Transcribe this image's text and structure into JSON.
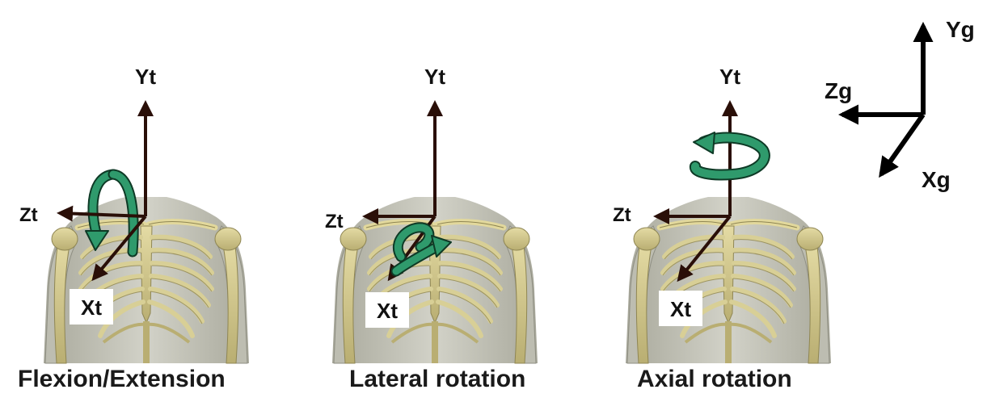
{
  "panels": [
    {
      "caption": "Flexion/Extension",
      "axes": {
        "y": "Yt",
        "z": "Zt",
        "x": "Xt"
      },
      "rotation_icon": "curved-rotation-arrow-icon"
    },
    {
      "caption": "Lateral rotation",
      "axes": {
        "y": "Yt",
        "z": "Zt",
        "x": "Xt"
      },
      "rotation_icon": "curved-rotation-arrow-icon"
    },
    {
      "caption": "Axial rotation",
      "axes": {
        "y": "Yt",
        "z": "Zt",
        "x": "Xt"
      },
      "rotation_icon": "curved-rotation-arrow-icon"
    }
  ],
  "global_axes": {
    "y": "Yg",
    "z": "Zg",
    "x": "Xg"
  },
  "colors": {
    "axis_arrow": "#2a0f08",
    "global_arrow": "#000000",
    "rotation_arrow": "#2f9a6c",
    "rotation_outline": "#0e3a26",
    "bone": "#d8cf96",
    "bone_shadow": "#8f8653",
    "skin": "#c4c4b8",
    "label_text": "#111111",
    "caption_text": "#1a1a1a"
  }
}
